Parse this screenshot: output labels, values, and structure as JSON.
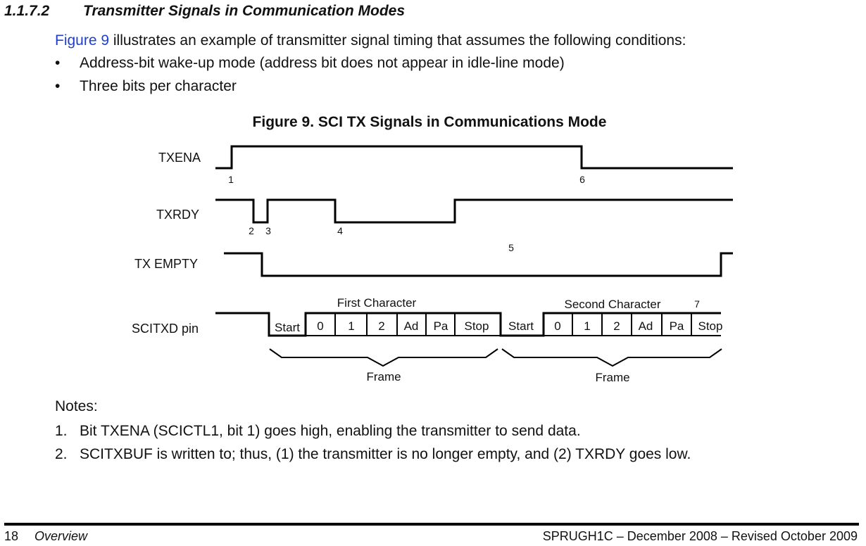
{
  "section": {
    "number": "1.1.7.2",
    "title": "Transmitter Signals in Communication Modes"
  },
  "intro": {
    "link": "Figure 9",
    "text": " illustrates an example of transmitter signal timing that assumes the following conditions:"
  },
  "bullets": [
    {
      "marker": "•",
      "text": "Address-bit wake-up mode (address bit does not appear in idle-line mode)"
    },
    {
      "marker": "•",
      "text": "Three bits per character"
    }
  ],
  "figure": {
    "title": "Figure 9. SCI TX Signals in Communications Mode",
    "signal_labels": {
      "txena": "TXENA",
      "txrdy": "TXRDY",
      "txempty": "TX EMPTY",
      "scitxd": "SCITXD pin"
    },
    "markers": {
      "m1": "1",
      "m2": "2",
      "m3": "3",
      "m4": "4",
      "m5": "5",
      "m6": "6",
      "m7": "7"
    },
    "frames": [
      {
        "char_label": "First Character",
        "frame_label": "Frame",
        "bits": [
          "Start",
          "0",
          "1",
          "2",
          "Ad",
          "Pa",
          "Stop"
        ]
      },
      {
        "char_label": "Second Character",
        "frame_label": "Frame",
        "bits": [
          "Start",
          "0",
          "1",
          "2",
          "Ad",
          "Pa",
          "Stop"
        ]
      }
    ]
  },
  "notes": {
    "heading": "Notes:",
    "items": [
      {
        "n": "1.",
        "text": "Bit TXENA (SCICTL1, bit 1) goes high, enabling the transmitter to send data."
      },
      {
        "n": "2.",
        "text": "SCITXBUF is written to; thus, (1) the transmitter is no longer empty, and (2) TXRDY goes low."
      }
    ]
  },
  "footer": {
    "page": "18",
    "section": "Overview",
    "doc": "SPRUGH1C – December 2008 – Revised October 2009"
  }
}
